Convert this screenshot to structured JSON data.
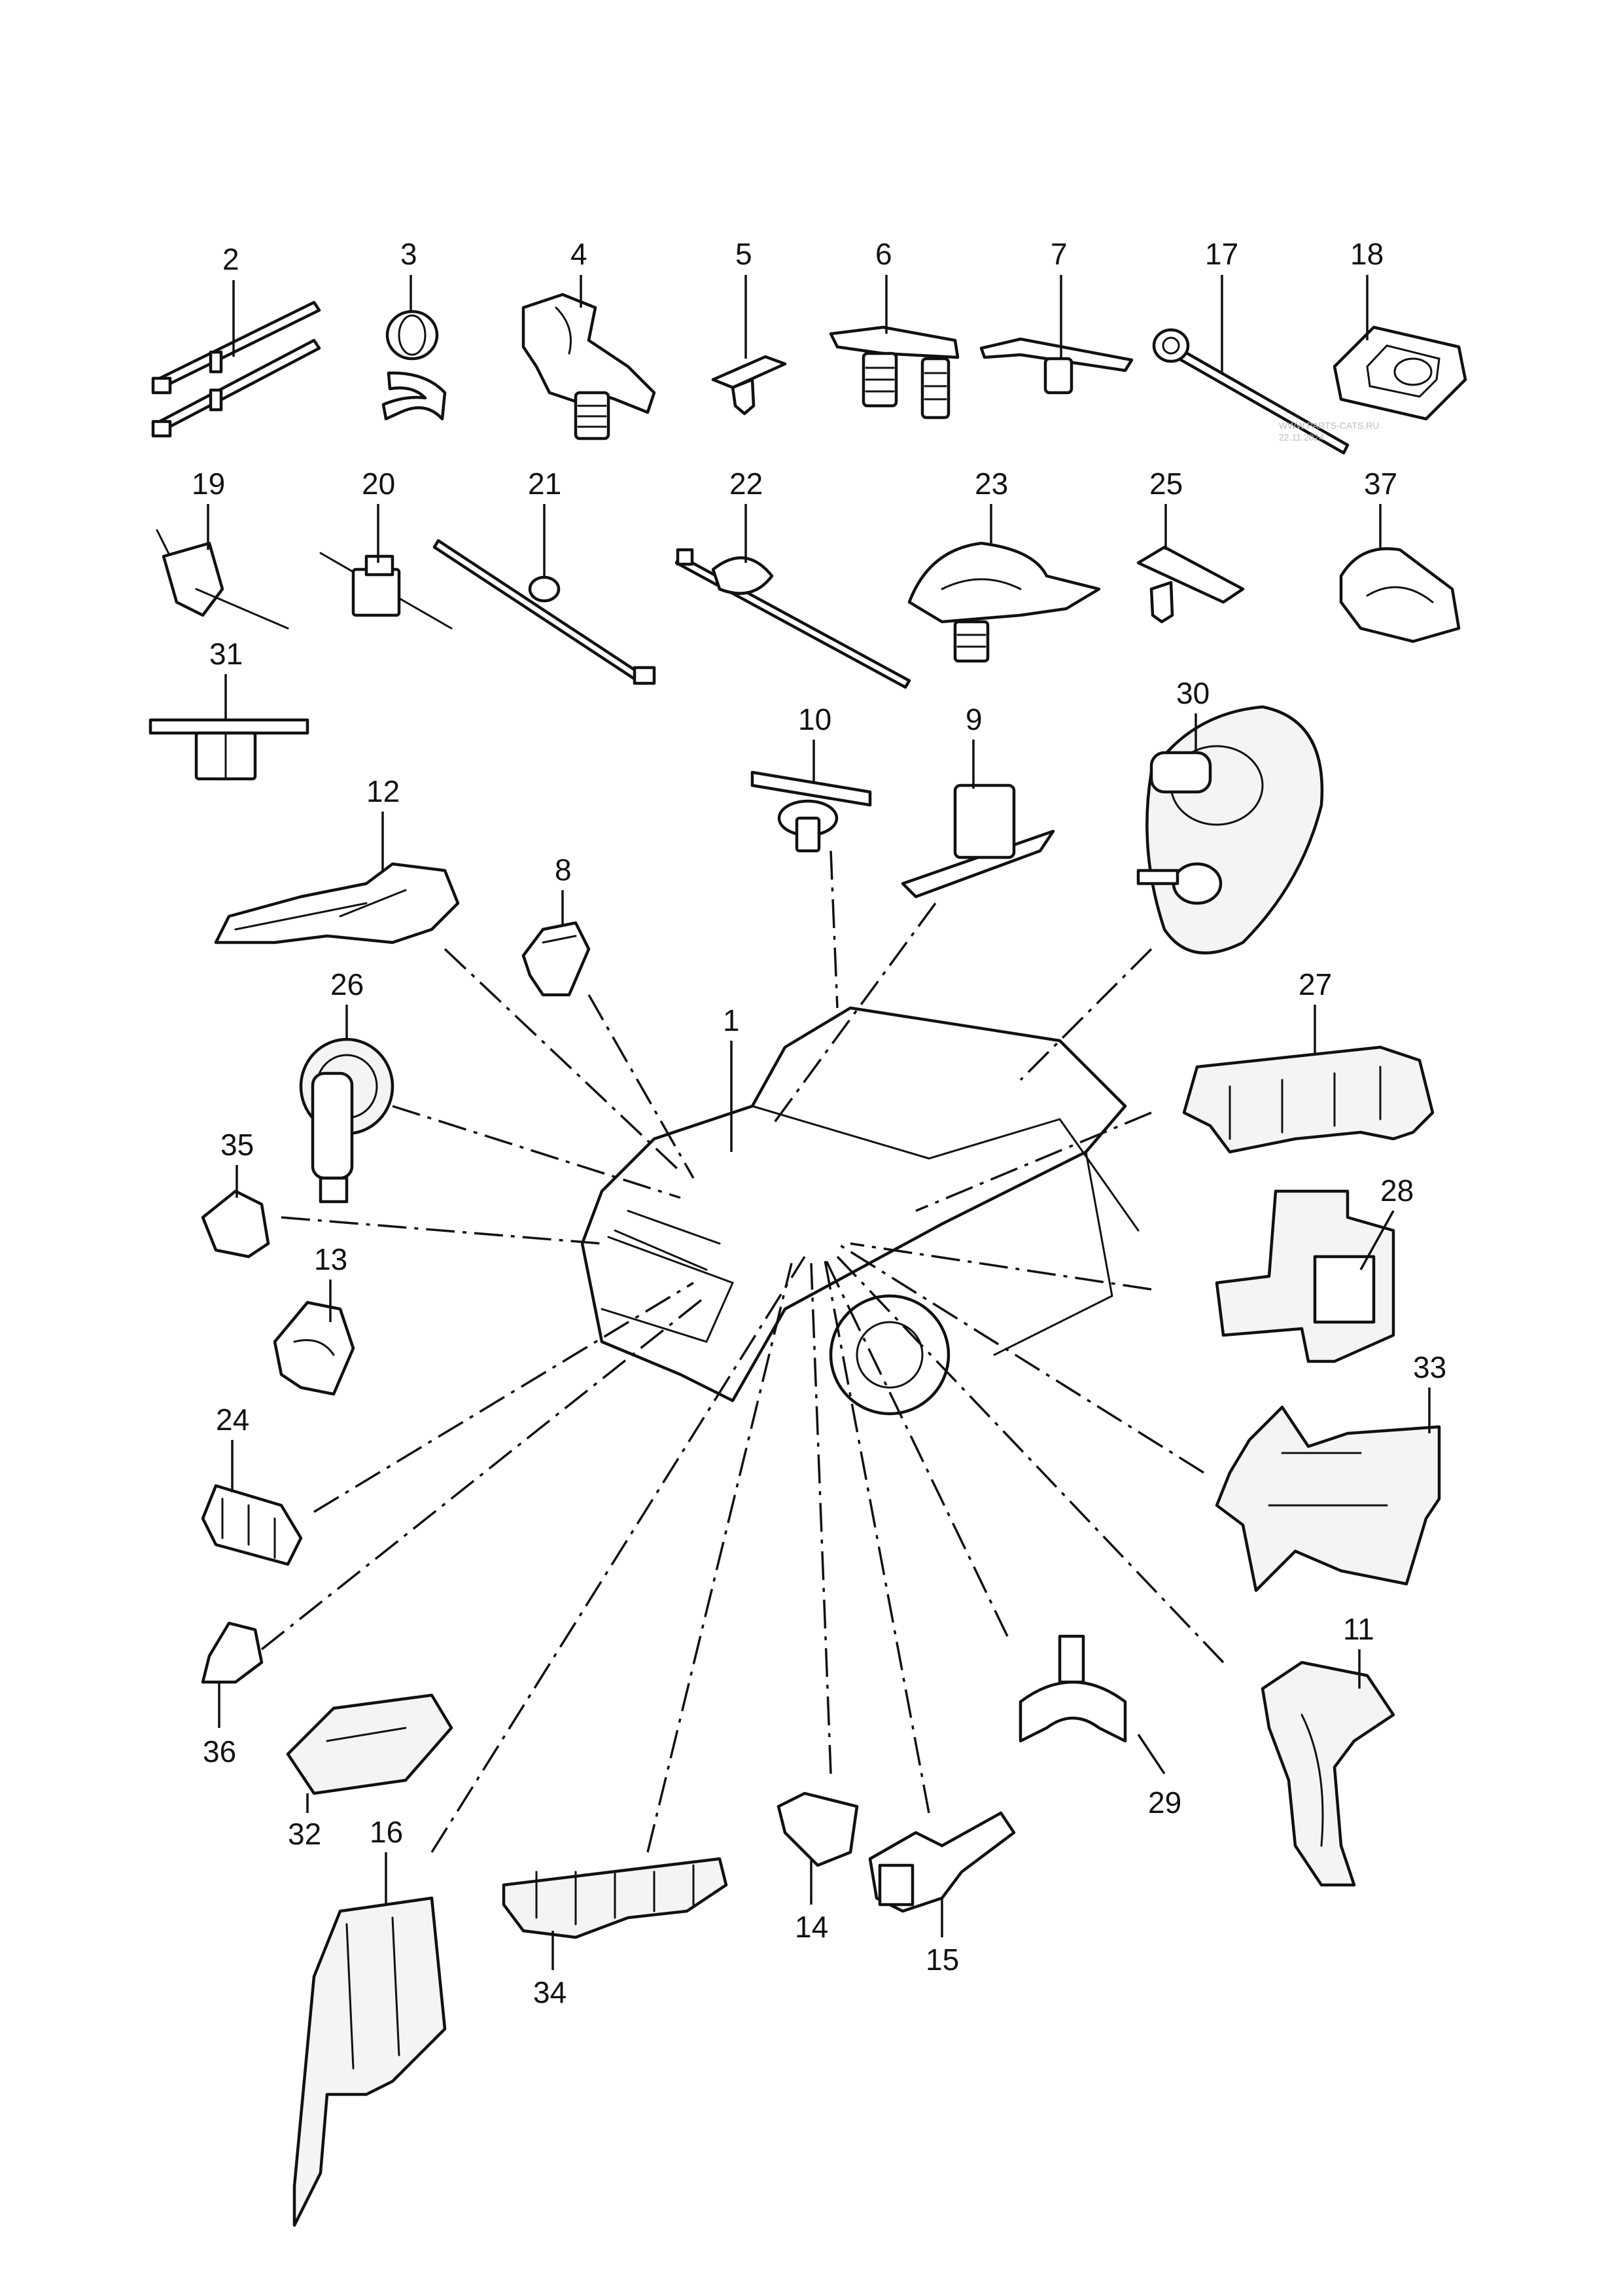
{
  "diagram": {
    "part_labels": {
      "p1": "1",
      "p2": "2",
      "p3": "3",
      "p4": "4",
      "p5": "5",
      "p6": "6",
      "p7": "7",
      "p8": "8",
      "p9": "9",
      "p10": "10",
      "p11": "11",
      "p12": "12",
      "p13": "13",
      "p14": "14",
      "p15": "15",
      "p16": "16",
      "p17": "17",
      "p18": "18",
      "p19": "19",
      "p20": "20",
      "p21": "21",
      "p22": "22",
      "p23": "23",
      "p24": "24",
      "p25": "25",
      "p26": "26",
      "p27": "27",
      "p28": "28",
      "p29": "29",
      "p30": "30",
      "p31": "31",
      "p32": "32",
      "p33": "33",
      "p34": "34",
      "p35": "35",
      "p36": "36",
      "p37": "37"
    },
    "watermark": {
      "line1": "WWW.PARTS-CATS.RU",
      "line2": "22.11.2024"
    }
  }
}
